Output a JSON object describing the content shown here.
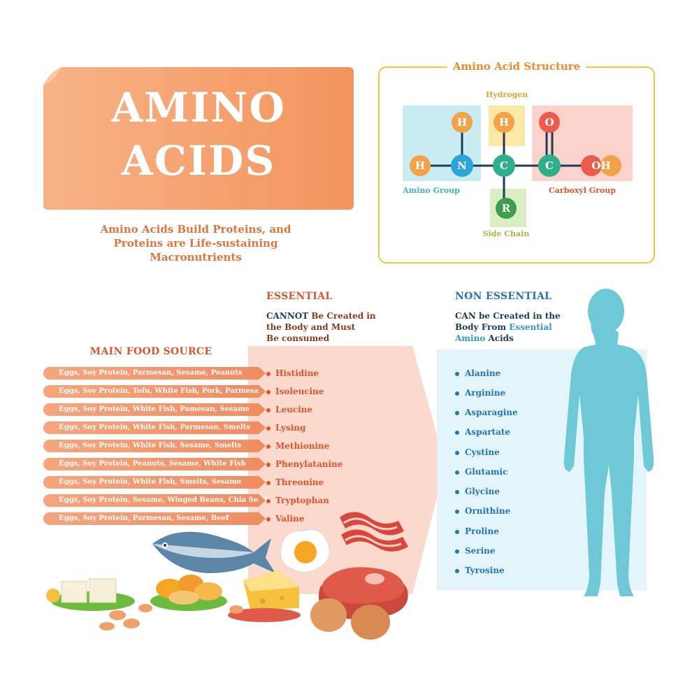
{
  "title": {
    "line1": "AMINO",
    "line2": "ACIDS"
  },
  "subtitle": [
    "Amino Acids Build Proteins, and",
    "Proteins are Life-sustaining",
    "Macronutrients"
  ],
  "structure": {
    "title": "Amino Acid Structure",
    "labels": {
      "hydrogen": "Hydrogen",
      "amino_group": "Amino Group",
      "carboxyl_group": "Carboxyl Group",
      "side_chain": "Side Chain"
    },
    "atoms": {
      "h_top_left": "H",
      "h_top_mid": "H",
      "o_top": "O",
      "h_left": "H",
      "n": "N",
      "c_mid": "C",
      "c_right": "C",
      "oh": "OH",
      "r": "R"
    }
  },
  "main_food_source": {
    "heading": "MAIN FOOD SOURCE",
    "rows": [
      "Eggs, Soy Protein, Parmesan, Sesame, Peanuts",
      "Eggs, Soy Protein, Tofu, White Fish, Pork, Parmesan",
      "Eggs, Soy Protein, White Fish, Pamesan, Sesame",
      "Eggs, Soy Protein, White Fish, Parmesan, Smelts",
      "Eggs, Soy Protein, White Fish, Sesame, Smelts",
      "Eggs, Soy Protein, Peanuts, Sesame, White Fish",
      "Eggs, Soy Protein, White Fish, Smeits, Sesame",
      "Eggs, Soy Protein, Sesame, Winged Beans, Chia Seeds",
      "Eggs, Soy Protein, Parmesan, Sesame, Beef"
    ]
  },
  "essential": {
    "heading": "ESSENTIAL",
    "note_emphasis": "CANNOT",
    "note_rest_1": " Be Created in",
    "note_line2": "the Body and Must",
    "note_line3": "Be consumed",
    "items": [
      "Histidine",
      "Isoleucine",
      "Leucine",
      "Lysing",
      "Methionine",
      "Phenylatanine",
      "Threonine",
      "Tryptophan",
      "Valine"
    ]
  },
  "non_essential": {
    "heading": "NON ESSENTIAL",
    "note_emphasis": "CAN",
    "note_rest_1": " be Created in the",
    "note_line2_a": "Body From ",
    "note_line2_b": "Essential",
    "note_line3_a": "Amino",
    "note_line3_b": " Acids",
    "items": [
      "Alanine",
      "Arginine",
      "Asparagine",
      "Aspartate",
      "Cystine",
      "Glutamic",
      "Glycine",
      "Ornithine",
      "Proline",
      "Serine",
      "Tyrosine"
    ]
  },
  "side_id": "231011243",
  "colors": {
    "orange": "#f5a06d",
    "essential_red": "#e0542c",
    "non_essential_blue": "#2374b8",
    "figure_blue": "#6ec8d6"
  }
}
